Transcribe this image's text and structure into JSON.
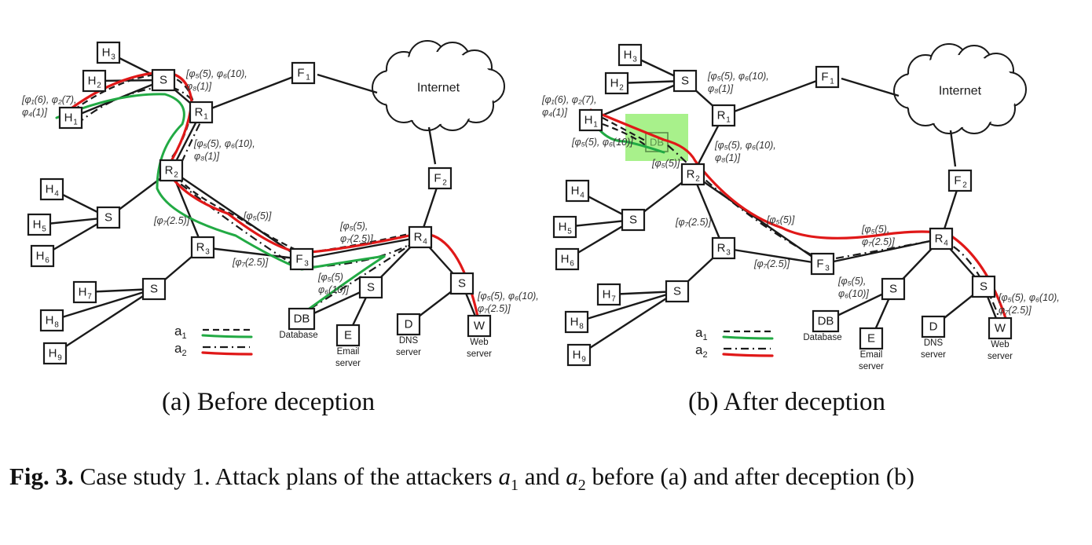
{
  "figure": {
    "number_label": "Fig. 3.",
    "caption_pre": "Case study 1. Attack plans of the attackers ",
    "a1_var": "a",
    "a1_sub": "1",
    "caption_mid": " and ",
    "a2_var": "a",
    "a2_sub": "2",
    "caption_post": " before (a) and after deception (b)"
  },
  "panels": [
    {
      "id": "a",
      "subcaption": "(a) Before deception",
      "annotations": {
        "h1": [
          "[φ₁(6), φ₂(7),",
          "φ₄(1)]"
        ],
        "s_r1": [
          "[φ₅(5), φ₆(10),",
          "φ₈(1)]"
        ],
        "r1_r2": [
          "[φ₅(5), φ₆(10),",
          "φ₈(1)]"
        ],
        "r2_r3": [
          "[φ₇(2.5)]"
        ],
        "r2_f3": [
          "[φ₅(5)]"
        ],
        "r3_f3": [
          "[φ₇(2.5)]"
        ],
        "f3_r4": [
          "[φ₅(5),",
          "φ₇(2.5)]"
        ],
        "s_db": [
          "[φ₅(5)",
          "φ₆(10)]"
        ],
        "s_w": [
          "[φ₅(5), φ₆(10),",
          "φ₇(2.5)]"
        ]
      }
    },
    {
      "id": "b",
      "subcaption": "(b) After deception",
      "annotations": {
        "h1": [
          "[φ₁(6), φ₂(7),",
          "φ₄(1)]"
        ],
        "h1_db": [
          "[φ₅(5), φ₆(10)]"
        ],
        "db_r2": [
          "[φ₅(5)]"
        ],
        "s_r1": [
          "[φ₅(5), φ₆(10),",
          "φ₈(1)]"
        ],
        "r1_r2": [
          "[φ₅(5), φ₆(10),",
          "φ₈(1)]"
        ],
        "r2_r3": [
          "[φ₇(2.5)]"
        ],
        "r2_f3": [
          "[φ₅(5)]"
        ],
        "r3_f3": [
          "[φ₇(2.5)]"
        ],
        "f3_r4": [
          "[φ₅(5),",
          "φ₇(2.5)]"
        ],
        "s_db": [
          "[φ₅(5),",
          "φ₆(10)]"
        ],
        "s_w": [
          "[φ₅(5), φ₆(10),",
          "φ₇(2.5)]"
        ]
      }
    }
  ],
  "nodes": {
    "H3": {
      "main": "H",
      "sub": "3"
    },
    "H2": {
      "main": "H",
      "sub": "2"
    },
    "H1": {
      "main": "H",
      "sub": "1"
    },
    "S_top": {
      "main": "S",
      "sub": ""
    },
    "R1": {
      "main": "R",
      "sub": "1"
    },
    "F1": {
      "main": "F",
      "sub": "1"
    },
    "F2": {
      "main": "F",
      "sub": "2"
    },
    "R2": {
      "main": "R",
      "sub": "2"
    },
    "H4": {
      "main": "H",
      "sub": "4"
    },
    "H5": {
      "main": "H",
      "sub": "5"
    },
    "H6": {
      "main": "H",
      "sub": "6"
    },
    "S_mid": {
      "main": "S",
      "sub": ""
    },
    "R3": {
      "main": "R",
      "sub": "3"
    },
    "H7": {
      "main": "H",
      "sub": "7"
    },
    "H8": {
      "main": "H",
      "sub": "8"
    },
    "H9": {
      "main": "H",
      "sub": "9"
    },
    "S_low": {
      "main": "S",
      "sub": ""
    },
    "F3": {
      "main": "F",
      "sub": "3"
    },
    "R4": {
      "main": "R",
      "sub": "4"
    },
    "S_db": {
      "main": "S",
      "sub": ""
    },
    "S_web": {
      "main": "S",
      "sub": ""
    },
    "DB": {
      "main": "DB",
      "sub": ""
    },
    "E": {
      "main": "E",
      "sub": ""
    },
    "D": {
      "main": "D",
      "sub": ""
    },
    "W": {
      "main": "W",
      "sub": ""
    }
  },
  "server_labels": {
    "DB": [
      "Database"
    ],
    "E": [
      "Email",
      "server"
    ],
    "D": [
      "DNS",
      "server"
    ],
    "W": [
      "Web",
      "server"
    ]
  },
  "cloud_label": "Internet",
  "legend": [
    {
      "attacker": "a",
      "sub": "1",
      "line_style": "dashed",
      "highlight_color": "#22aa44"
    },
    {
      "attacker": "a",
      "sub": "2",
      "line_style": "dash-dot",
      "highlight_color": "#e01818"
    }
  ],
  "colors": {
    "a1_highlight": "#22aa44",
    "a2_highlight": "#e01818",
    "decoy_highlight": "#99ee77"
  }
}
